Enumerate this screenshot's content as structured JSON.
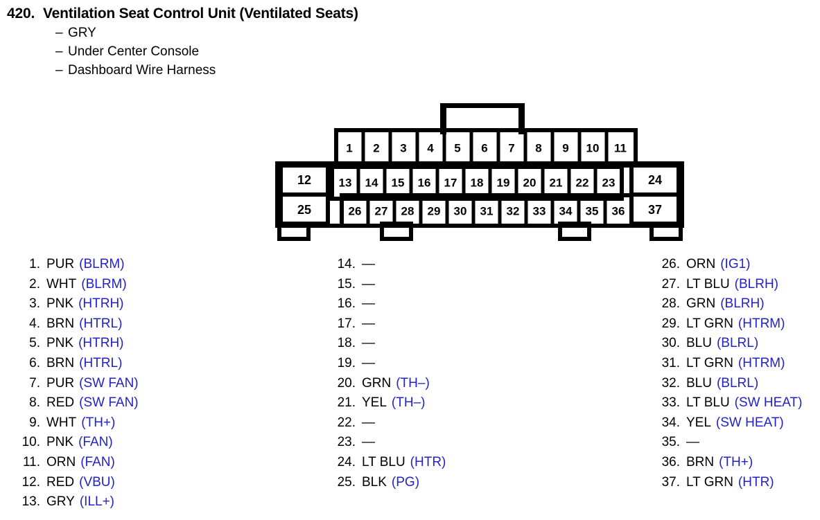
{
  "header": {
    "number": "420.",
    "title": "Ventilation Seat Control Unit (Ventilated Seats)",
    "dash": "–",
    "subtitles": [
      "GRY",
      "Under Center Console",
      "Dashboard Wire Harness"
    ]
  },
  "colors": {
    "signal_blue": "#2222cc",
    "text_black": "#000000",
    "outline_black": "#000000",
    "background": "#ffffff"
  },
  "connector": {
    "top_row": [
      "1",
      "2",
      "3",
      "4",
      "5",
      "6",
      "7",
      "8",
      "9",
      "10",
      "11"
    ],
    "left_outer": [
      "12",
      "25"
    ],
    "middle_row": [
      "13",
      "14",
      "15",
      "16",
      "17",
      "18",
      "19",
      "20",
      "21",
      "22",
      "23"
    ],
    "bottom_row": [
      "26",
      "27",
      "28",
      "29",
      "30",
      "31",
      "32",
      "33",
      "34",
      "35",
      "36"
    ],
    "right_outer": [
      "24",
      "37"
    ]
  },
  "pins": {
    "column_1": [
      {
        "idx": "1.",
        "wire": "PUR",
        "sig": "(BLRM)"
      },
      {
        "idx": "2.",
        "wire": "WHT",
        "sig": "(BLRM)"
      },
      {
        "idx": "3.",
        "wire": "PNK",
        "sig": "(HTRH)"
      },
      {
        "idx": "4.",
        "wire": "BRN",
        "sig": "(HTRL)"
      },
      {
        "idx": "5.",
        "wire": "PNK",
        "sig": "(HTRH)"
      },
      {
        "idx": "6.",
        "wire": "BRN",
        "sig": "(HTRL)"
      },
      {
        "idx": "7.",
        "wire": "PUR",
        "sig": "(SW FAN)"
      },
      {
        "idx": "8.",
        "wire": "RED",
        "sig": "(SW FAN)"
      },
      {
        "idx": "9.",
        "wire": "WHT",
        "sig": "(TH+)"
      },
      {
        "idx": "10.",
        "wire": "PNK",
        "sig": "(FAN)"
      },
      {
        "idx": "11.",
        "wire": "ORN",
        "sig": "(FAN)"
      },
      {
        "idx": "12.",
        "wire": "RED",
        "sig": "(VBU)"
      },
      {
        "idx": "13.",
        "wire": "GRY",
        "sig": "(ILL+)"
      }
    ],
    "column_2": [
      {
        "idx": "14.",
        "wire": "—",
        "sig": ""
      },
      {
        "idx": "15.",
        "wire": "—",
        "sig": ""
      },
      {
        "idx": "16.",
        "wire": "—",
        "sig": ""
      },
      {
        "idx": "17.",
        "wire": "—",
        "sig": ""
      },
      {
        "idx": "18.",
        "wire": "—",
        "sig": ""
      },
      {
        "idx": "19.",
        "wire": "—",
        "sig": ""
      },
      {
        "idx": "20.",
        "wire": "GRN",
        "sig": "(TH–)"
      },
      {
        "idx": "21.",
        "wire": "YEL",
        "sig": "(TH–)"
      },
      {
        "idx": "22.",
        "wire": "—",
        "sig": ""
      },
      {
        "idx": "23.",
        "wire": "—",
        "sig": ""
      },
      {
        "idx": "24.",
        "wire": "LT BLU",
        "sig": "(HTR)"
      },
      {
        "idx": "25.",
        "wire": "BLK",
        "sig": "(PG)"
      }
    ],
    "column_3": [
      {
        "idx": "26.",
        "wire": "ORN",
        "sig": "(IG1)"
      },
      {
        "idx": "27.",
        "wire": "LT BLU",
        "sig": "(BLRH)"
      },
      {
        "idx": "28.",
        "wire": "GRN",
        "sig": "(BLRH)"
      },
      {
        "idx": "29.",
        "wire": "LT GRN",
        "sig": "(HTRM)"
      },
      {
        "idx": "30.",
        "wire": "BLU",
        "sig": "(BLRL)"
      },
      {
        "idx": "31.",
        "wire": "LT GRN",
        "sig": "(HTRM)"
      },
      {
        "idx": "32.",
        "wire": "BLU",
        "sig": "(BLRL)"
      },
      {
        "idx": "33.",
        "wire": "LT BLU",
        "sig": "(SW HEAT)"
      },
      {
        "idx": "34.",
        "wire": "YEL",
        "sig": "(SW HEAT)"
      },
      {
        "idx": "35.",
        "wire": "—",
        "sig": ""
      },
      {
        "idx": "36.",
        "wire": "BRN",
        "sig": "(TH+)"
      },
      {
        "idx": "37.",
        "wire": "LT GRN",
        "sig": "(HTR)"
      }
    ]
  }
}
